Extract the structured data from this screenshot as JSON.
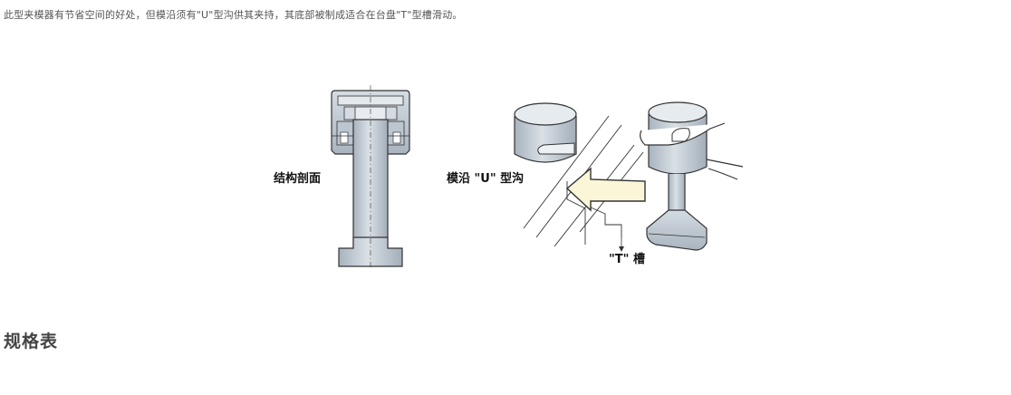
{
  "intro_text": "此型夹模器有节省空间的好处，但模沿须有\"U\"型沟供其夹持，其底部被制成适合在台盘\"T\"型槽滑动。",
  "figure": {
    "label_section": "结构剖面",
    "label_u_groove": "模沿 \"U\" 型沟",
    "label_t_slot": "\"T\" 槽"
  },
  "section_title": "规格表",
  "colors": {
    "metal_fill": "#c5ced7",
    "metal_dark": "#9aa6b2",
    "arrow_fill": "#fbf6d8",
    "line": "#333333"
  }
}
